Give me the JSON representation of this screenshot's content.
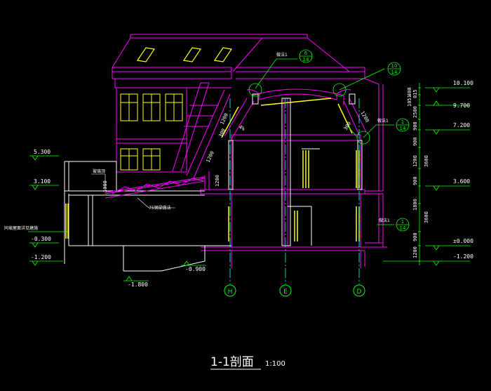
{
  "drawing": {
    "title": "1-1剖面",
    "scale": "1:100"
  },
  "colors": {
    "background": "#000000",
    "structure": "#ff00ff",
    "window": "#ffff00",
    "annotation": "#00ff00",
    "text": "#ffffff",
    "grid": "#00ffff",
    "cut": "#ffffff"
  },
  "elevations_right": [
    "10.100",
    "9.700",
    "7.200",
    "3.600",
    "±0.000",
    "-1.200"
  ],
  "elevations_left": [
    "5.300",
    "3.100",
    "-0.300",
    "-1.200"
  ],
  "elevations_bottom": [
    "-1.800",
    "-0.900"
  ],
  "dimensions_vertical": [
    "400",
    "1051",
    "015",
    "2500",
    "900",
    "900",
    "1200",
    "3600",
    "900",
    "1800",
    "3600",
    "900",
    "1200"
  ],
  "dimensions_misc": [
    "1200",
    "300",
    "1200",
    "1200",
    "300",
    "1200",
    "1000"
  ],
  "grid_axes": [
    "H",
    "E",
    "D"
  ],
  "detail_bubbles": [
    {
      "num": "6",
      "sheet": "14"
    },
    {
      "num": "10",
      "sheet": "14"
    },
    {
      "num": "1",
      "sheet": "14"
    },
    {
      "num": "1",
      "sheet": "14"
    }
  ],
  "notes": {
    "leader_top": "做法1",
    "leader_right": "做法1",
    "leader_bottom": "做法1",
    "glass_roof": "玻璃顶",
    "steel_beam": "75钢梁做法",
    "left_note": "同坡屋面详见建施",
    "slope": "4%"
  }
}
